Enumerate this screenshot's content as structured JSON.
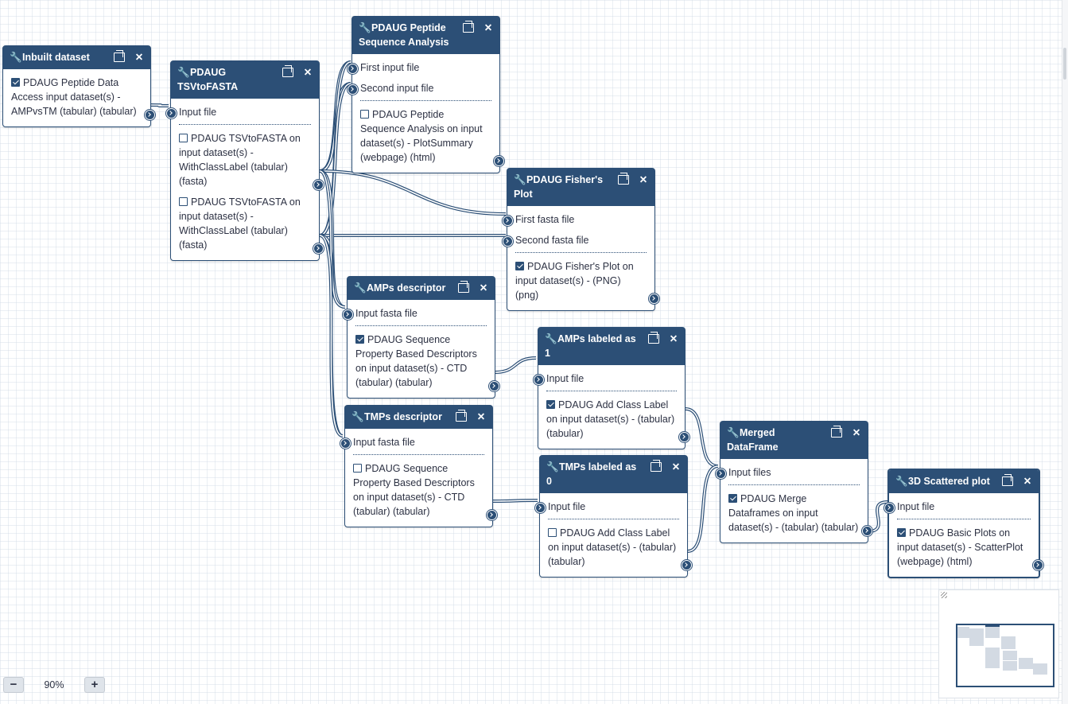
{
  "zoom": {
    "minus_label": "−",
    "plus_label": "+",
    "level": "90%"
  },
  "nodes": {
    "inbuilt": {
      "title": "Inbuilt dataset",
      "outputs": [
        {
          "label": "PDAUG Peptide Data Access input dataset(s) - AMPvsTM (tabular) (tabular)",
          "checked": true
        }
      ]
    },
    "tsvtofasta": {
      "title": "PDAUG TSVtoFASTA",
      "inputs": [
        "Input file"
      ],
      "outputs": [
        {
          "label": "PDAUG TSVtoFASTA on input dataset(s) - WithClassLabel (tabular) (fasta)",
          "checked": false
        },
        {
          "label": "PDAUG TSVtoFASTA on input dataset(s) - WithClassLabel (tabular) (fasta)",
          "checked": false
        }
      ]
    },
    "seqanalysis": {
      "title": "PDAUG Peptide Sequence Analysis",
      "inputs": [
        "First input file",
        "Second input file"
      ],
      "outputs": [
        {
          "label": "PDAUG Peptide Sequence Analysis on input dataset(s) - PlotSummary (webpage) (html)",
          "checked": false
        }
      ]
    },
    "fisher": {
      "title": "PDAUG Fisher's Plot",
      "inputs": [
        "First fasta file",
        "Second fasta file"
      ],
      "outputs": [
        {
          "label": "PDAUG Fisher's Plot on input dataset(s) - (PNG) (png)",
          "checked": true
        }
      ]
    },
    "ampsdesc": {
      "title": "AMPs descriptor",
      "inputs": [
        "Input fasta file"
      ],
      "outputs": [
        {
          "label": "PDAUG Sequence Property Based Descriptors on input dataset(s) - CTD (tabular) (tabular)",
          "checked": true
        }
      ]
    },
    "ampslabel": {
      "title": "AMPs labeled as 1",
      "inputs": [
        "Input file"
      ],
      "outputs": [
        {
          "label": "PDAUG Add Class Label on input dataset(s) - (tabular) (tabular)",
          "checked": true
        }
      ]
    },
    "tmpsdesc": {
      "title": "TMPs descriptor",
      "inputs": [
        "Input fasta file"
      ],
      "outputs": [
        {
          "label": "PDAUG Sequence Property Based Descriptors on input dataset(s) - CTD (tabular) (tabular)",
          "checked": false
        }
      ]
    },
    "tmpslabel": {
      "title": "TMPs labeled as 0",
      "inputs": [
        "Input file"
      ],
      "outputs": [
        {
          "label": "PDAUG Add Class Label on input dataset(s) - (tabular) (tabular)",
          "checked": false
        }
      ]
    },
    "merged": {
      "title": "Merged DataFrame",
      "inputs": [
        "Input files"
      ],
      "outputs": [
        {
          "label": "PDAUG Merge Dataframes on input dataset(s) - (tabular) (tabular)",
          "checked": true
        }
      ]
    },
    "scatter": {
      "title": "3D Scattered plot",
      "inputs": [
        "Input file"
      ],
      "outputs": [
        {
          "label": "PDAUG Basic Plots on input dataset(s) - ScatterPlot (webpage) (html)",
          "checked": true
        }
      ]
    }
  },
  "colors": {
    "node_header": "#2c4f76",
    "wire": "#2c4f76"
  }
}
